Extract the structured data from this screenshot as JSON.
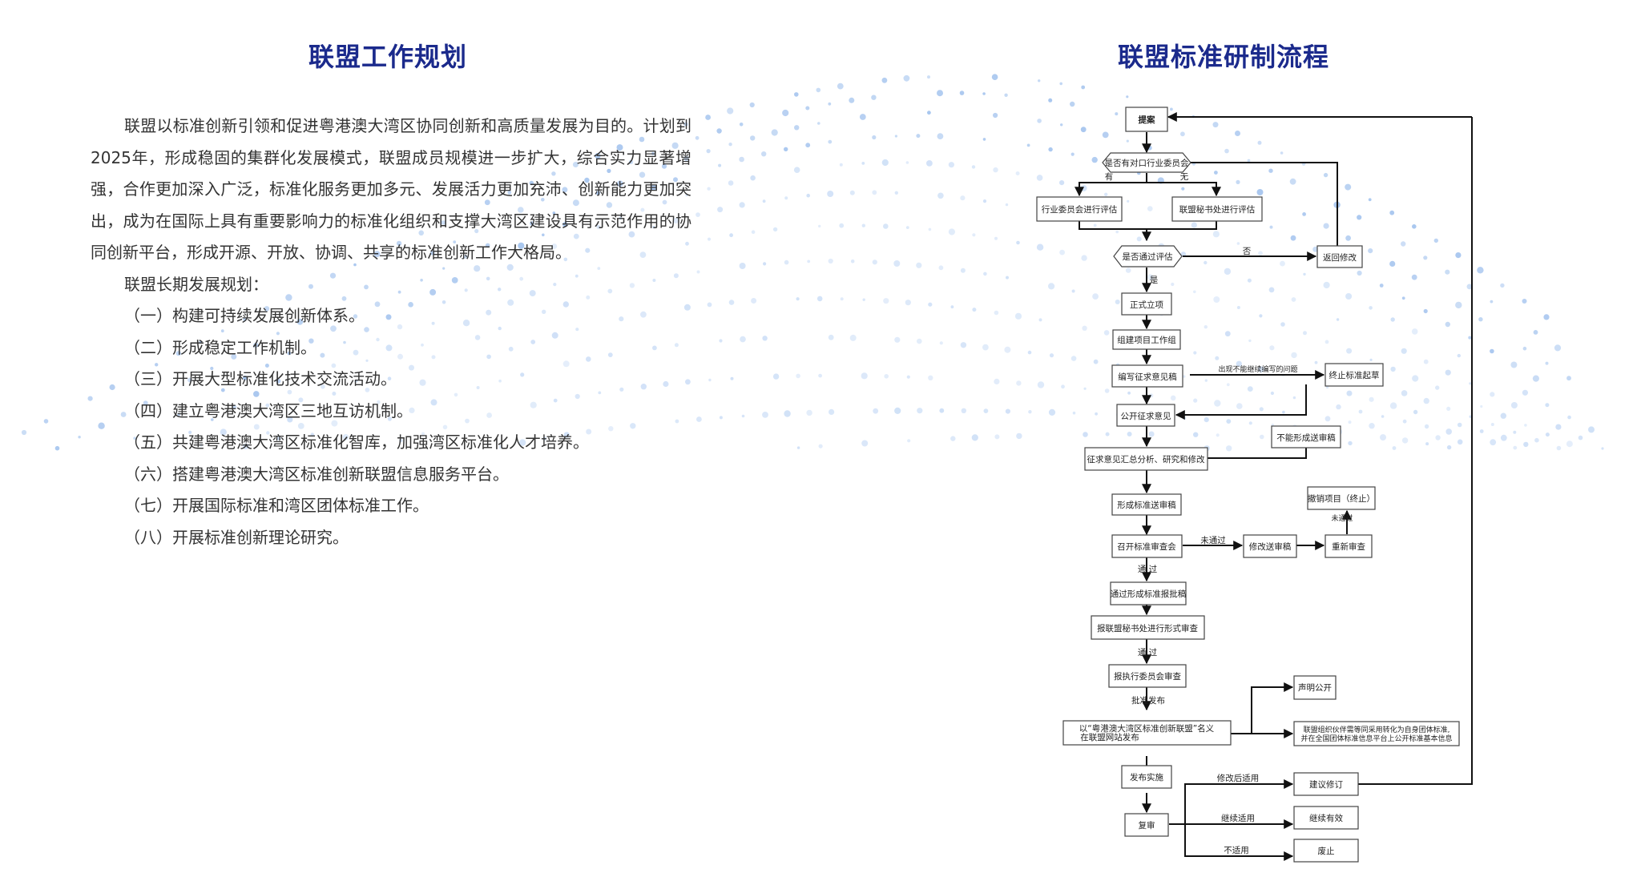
{
  "left": {
    "title": "联盟工作规划",
    "intro": "联盟以标准创新引领和促进粤港澳大湾区协同创新和高质量发展为目的。计划到2025年，形成稳固的集群化发展模式，联盟成员规模进一步扩大，综合实力显著增强，合作更加深入广泛，标准化服务更加多元、发展活力更加充沛、创新能力更加突出，成为在国际上具有重要影响力的标准化组织和支撑大湾区建设具有示范作用的协同创新平台，形成开源、开放、协调、共享的标准创新工作大格局。",
    "plan_heading": "联盟长期发展规划：",
    "items": [
      "（一）构建可持续发展创新体系。",
      "（二）形成稳定工作机制。",
      "（三）开展大型标准化技术交流活动。",
      "（四）建立粤港澳大湾区三地互访机制。",
      "（五）共建粤港澳大湾区标准化智库，加强湾区标准化人才培养。",
      "（六）搭建粤港澳大湾区标准创新联盟信息服务平台。",
      "（七）开展国际标准和湾区团体标准工作。",
      "（八）开展标准创新理论研究。"
    ]
  },
  "right": {
    "title": "联盟标准研制流程",
    "flow": {
      "proposal": "提案",
      "decision_committee": "是否有对口行业委员会",
      "label_yes": "有",
      "label_no": "无",
      "committee_eval": "行业委员会进行评估",
      "secretariat_eval": "联盟秘书处进行评估",
      "decision_pass": "是否通过评估",
      "label_reject": "否",
      "label_accept": "是",
      "return_modify": "返回修改",
      "formal_project": "正式立项",
      "form_group": "组建项目工作组",
      "draft": "编写征求意见稿",
      "problem": "出现不能继续编写的问题",
      "terminate": "终止标准起草",
      "public_comment": "公开征求意见",
      "cannot_form": "不能形成送审稿",
      "summarize": "征求意见汇总分析、研究和修改",
      "form_review": "形成标准送审稿",
      "review_meeting": "召开标准审查会",
      "label_fail": "未通过",
      "modify_review": "修改送审稿",
      "re_review": "重新审查",
      "label_fail2": "未通过",
      "cancel_project": "撤销项目（终止）",
      "label_pass1": "通  过",
      "approval_draft": "通过形成标准报批稿",
      "submit_secretariat": "报联盟秘书处进行形式审查",
      "label_pass2": "通  过",
      "submit_exec": "报执行委员会审查",
      "label_approve": "批准发布",
      "publish_line1": "以“粤港澳大湾区标准创新联盟”名义",
      "publish_line2": "在联盟网站发布",
      "declare_public": "声明公开",
      "partner_line1": "联盟组织伙伴需等同采用转化为自身团体标准,",
      "partner_line2": "并在全国团体标准信息平台上公开标准基本信息",
      "implement": "发布实施",
      "recheck": "复审",
      "label_modify_apply": "修改后适用",
      "label_continue": "继续适用",
      "label_not_apply": "不适用",
      "suggest_revise": "建议修订",
      "continue_valid": "继续有效",
      "abolish": "废止"
    }
  }
}
